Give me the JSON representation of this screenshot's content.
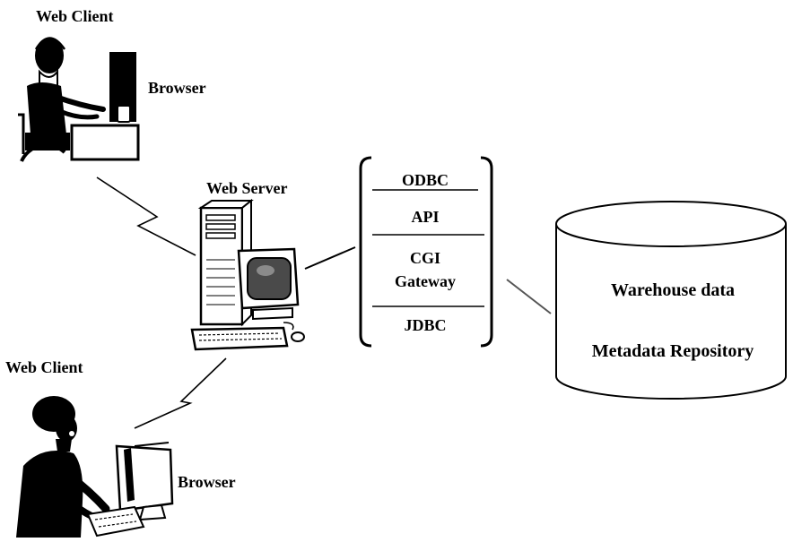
{
  "labels": {
    "web_client_top": "Web Client",
    "browser_top": "Browser",
    "web_server": "Web Server",
    "web_client_bottom": "Web Client",
    "browser_bottom": "Browser"
  },
  "gateway": {
    "items": [
      "ODBC",
      "API",
      "CGI",
      "Gateway",
      "JDBC"
    ]
  },
  "database": {
    "line1": "Warehouse data",
    "line2": "Metadata Repository"
  },
  "colors": {
    "ink": "#000000",
    "screen": "#4a4a4a",
    "background": "#ffffff"
  }
}
